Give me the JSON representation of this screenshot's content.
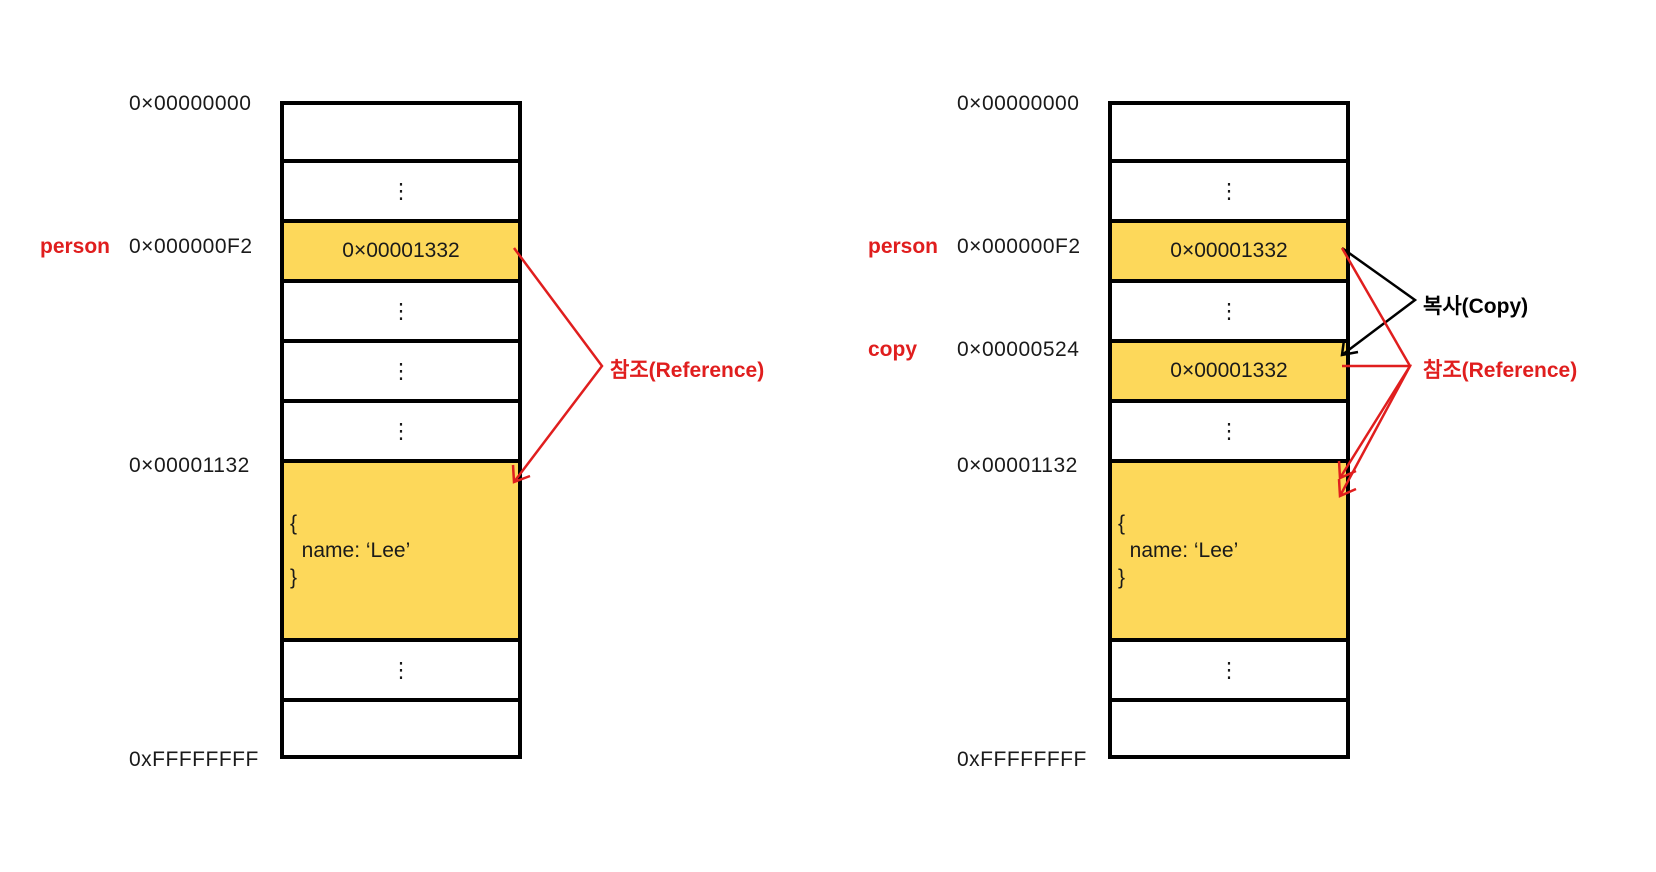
{
  "colors": {
    "highlight": "#fdd85a",
    "reference": "#e01e1e",
    "copy": "#000000",
    "border": "#000000"
  },
  "left": {
    "addresses": {
      "start": "0×00000000",
      "person": "0×000000F2",
      "object": "0×00001132",
      "end": "0xFFFFFFFF"
    },
    "variables": {
      "person": "person"
    },
    "cells": {
      "top": "",
      "dots1": "⋮",
      "person_value": "0×00001332",
      "dots2": "⋮",
      "dots3": "⋮",
      "dots4": "⋮",
      "object": "{\n  name: ‘Lee’\n}",
      "dots5": "⋮",
      "bottom": ""
    },
    "annotations": {
      "reference": "참조(Reference)"
    }
  },
  "right": {
    "addresses": {
      "start": "0×00000000",
      "person": "0×000000F2",
      "copy": "0×00000524",
      "object": "0×00001132",
      "end": "0xFFFFFFFF"
    },
    "variables": {
      "person": "person",
      "copy": "copy"
    },
    "cells": {
      "top": "",
      "dots1": "⋮",
      "person_value": "0×00001332",
      "dots2": "⋮",
      "copy_value": "0×00001332",
      "dots3": "⋮",
      "object": "{\n  name: ‘Lee’\n}",
      "dots4": "⋮",
      "bottom": ""
    },
    "annotations": {
      "copy": "복사(Copy)",
      "reference": "참조(Reference)"
    }
  }
}
